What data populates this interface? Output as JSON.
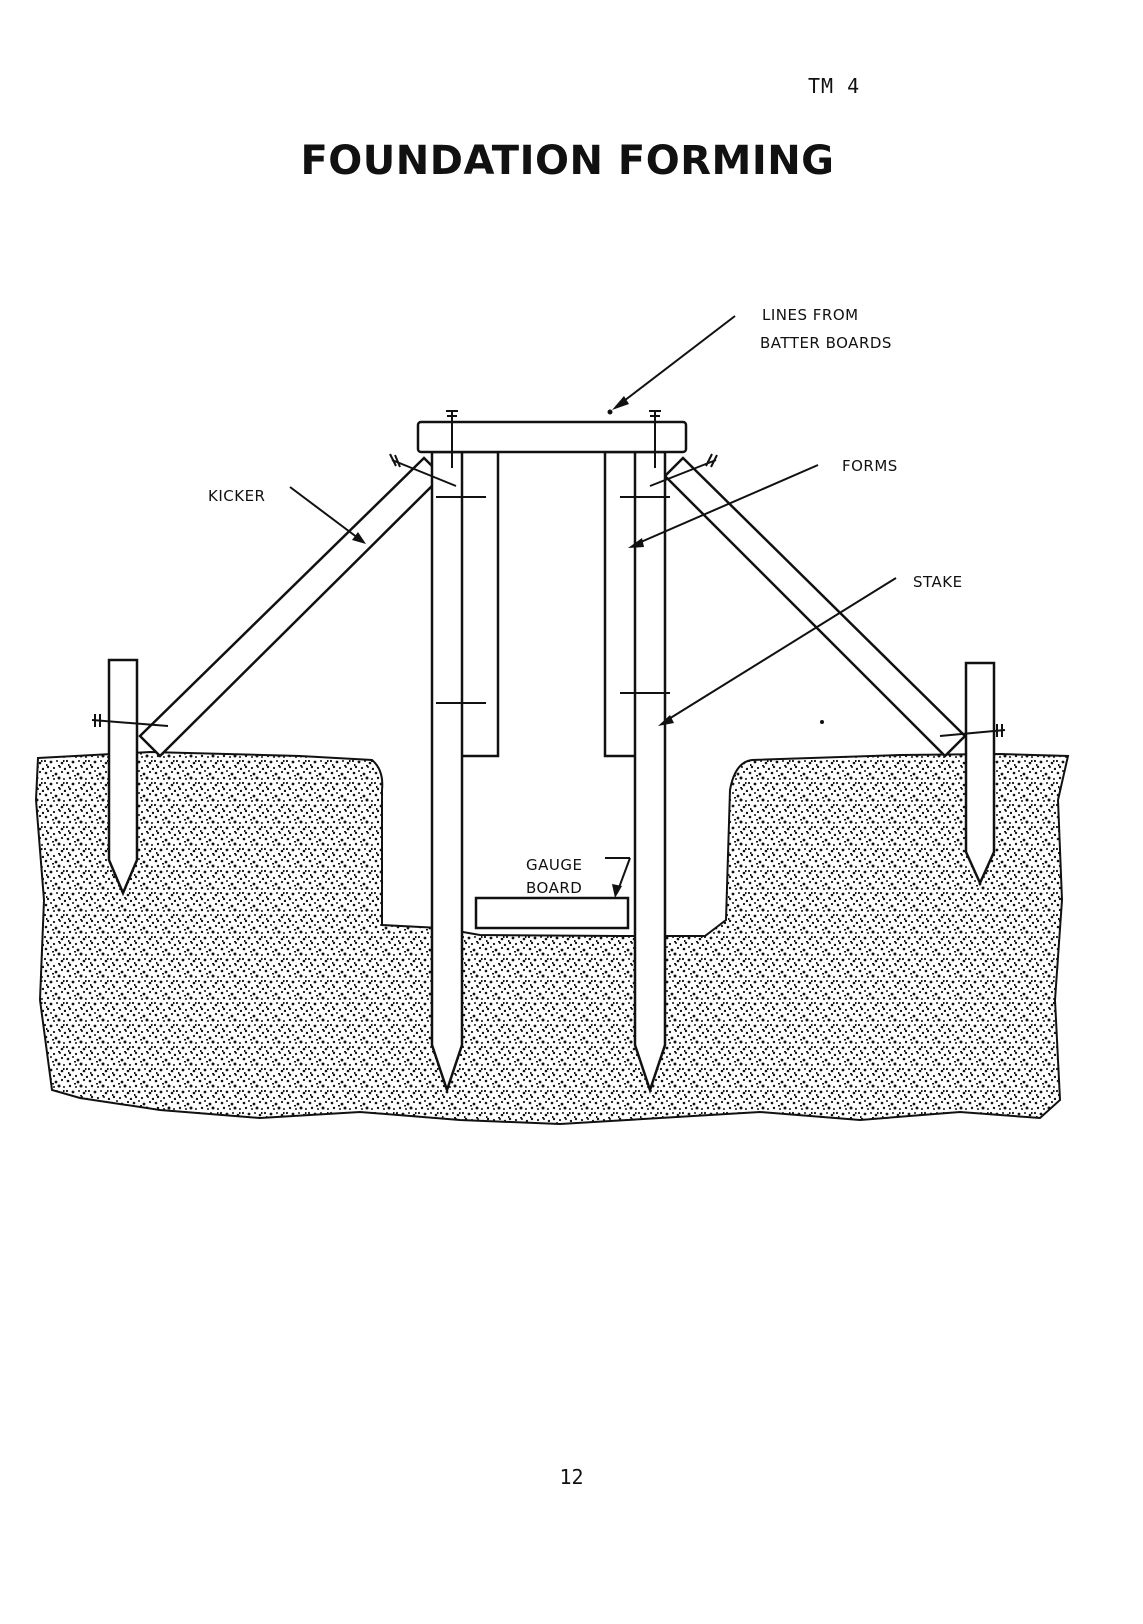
{
  "page_ref": "TM 4",
  "title": "FOUNDATION FORMING",
  "page_number": "12",
  "labels": {
    "lines_from_1": "LINES FROM",
    "lines_from_2": "BATTER BOARDS",
    "forms": "FORMS",
    "kicker": "KICKER",
    "stake": "STAKE",
    "gauge_1": "GAUGE",
    "gauge_2": "BOARD"
  },
  "colors": {
    "ink": "#111111",
    "paper": "#ffffff"
  }
}
